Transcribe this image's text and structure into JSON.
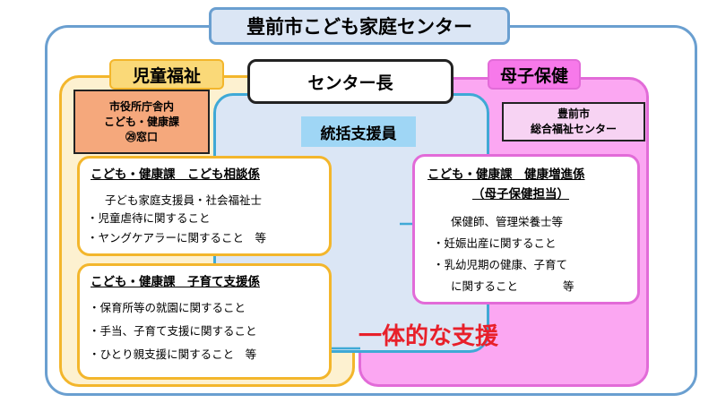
{
  "title": "豊前市こども家庭センター",
  "director": "センター長",
  "coordinator": "統括支援員",
  "child_welfare": {
    "tag": "児童福祉",
    "window": [
      "市役所庁舎内",
      "こども・健康課",
      "㉙窓口"
    ],
    "card1": {
      "title": "こども・健康課　こども相談係",
      "lines": [
        "子ども家庭支援員・社会福祉士",
        "・児童虐待に関すること",
        "・ヤングケアラーに関すること　等"
      ]
    },
    "card2": {
      "title": "こども・健康課　子育て支援係",
      "lines": [
        "・保育所等の就園に関すること",
        "・手当、子育て支援に関すること",
        "・ひとり親支援に関すること　等"
      ]
    }
  },
  "maternal_health": {
    "tag": "母子保健",
    "facility": [
      "豊前市",
      "総合福祉センター"
    ],
    "card": {
      "title": "こども・健康課　健康増進係",
      "subtitle": "（母子保健担当）",
      "lines": [
        "保健師、管理栄養士等",
        "・妊娠出産に関すること",
        "・乳幼児期の健康、子育て",
        "に関すること　　　　等"
      ]
    }
  },
  "slogan": "一体的な支援",
  "colors": {
    "outer_border": "#6a9fd0",
    "child_zone": "#fdf1d0",
    "child_border": "#f3b62c",
    "mother_zone": "#fba7f2",
    "mother_border": "#e26bd8",
    "center_zone": "#dbe6f5",
    "center_border": "#3fa9d6",
    "window_box": "#f5a87c",
    "slogan": "#e8202a"
  }
}
